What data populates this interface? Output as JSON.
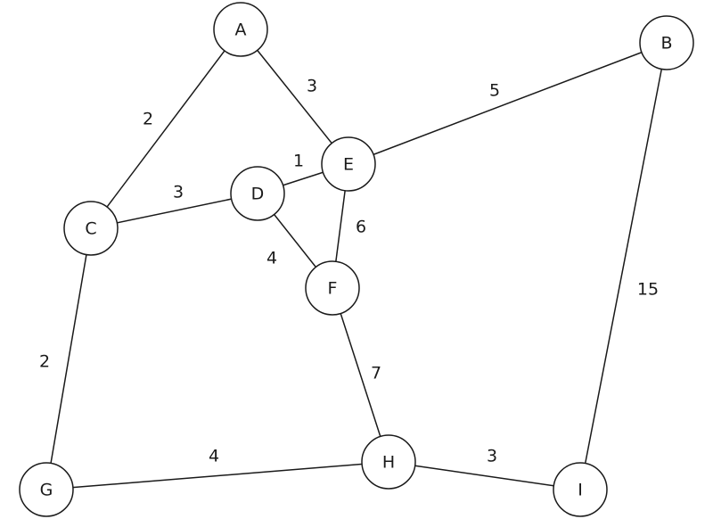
{
  "graph": {
    "nodes": [
      {
        "id": "A",
        "label": "A"
      },
      {
        "id": "B",
        "label": "B"
      },
      {
        "id": "C",
        "label": "C"
      },
      {
        "id": "D",
        "label": "D"
      },
      {
        "id": "E",
        "label": "E"
      },
      {
        "id": "F",
        "label": "F"
      },
      {
        "id": "G",
        "label": "G"
      },
      {
        "id": "H",
        "label": "H"
      },
      {
        "id": "I",
        "label": "I"
      }
    ],
    "edges": [
      {
        "from": "A",
        "to": "C",
        "weight": "2"
      },
      {
        "from": "A",
        "to": "E",
        "weight": "3"
      },
      {
        "from": "E",
        "to": "B",
        "weight": "5"
      },
      {
        "from": "D",
        "to": "E",
        "weight": "1"
      },
      {
        "from": "C",
        "to": "D",
        "weight": "3"
      },
      {
        "from": "E",
        "to": "F",
        "weight": "6"
      },
      {
        "from": "D",
        "to": "F",
        "weight": "4"
      },
      {
        "from": "C",
        "to": "G",
        "weight": "2"
      },
      {
        "from": "F",
        "to": "H",
        "weight": "7"
      },
      {
        "from": "G",
        "to": "H",
        "weight": "4"
      },
      {
        "from": "H",
        "to": "I",
        "weight": "3"
      },
      {
        "from": "B",
        "to": "I",
        "weight": "15"
      }
    ]
  }
}
